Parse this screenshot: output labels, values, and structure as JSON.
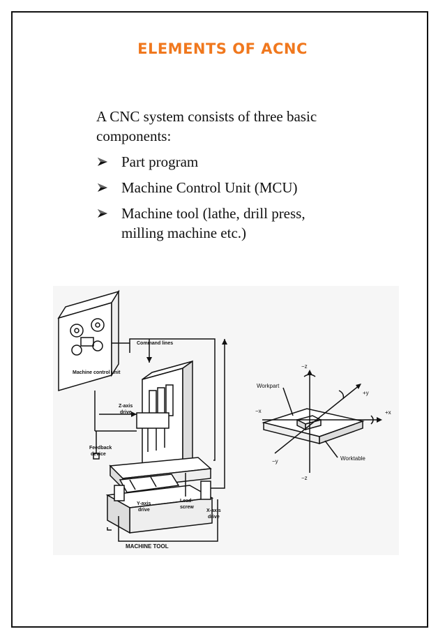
{
  "title": "ELEMENTS OF ACNC",
  "intro": "A CNC system consists of three basic components:",
  "bullets": [
    "Part program",
    "Machine Control Unit (MCU)",
    "Machine tool (lathe, drill press, milling machine etc.)"
  ],
  "colors": {
    "title": "#f0781e",
    "text": "#111111",
    "border": "#111111"
  },
  "figure": {
    "machine_control_unit": "Machine control unit",
    "command_lines": "Command lines",
    "z_axis_drive_line1": "Z-axis",
    "z_axis_drive_line2": "drive",
    "feedback_line1": "Feedback",
    "feedback_line2": "device",
    "y_axis_drive_line1": "Y-axis",
    "y_axis_drive_line2": "drive",
    "lead_screw_line1": "Lead-",
    "lead_screw_line2": "screw",
    "x_axis_drive_line1": "X-axis",
    "x_axis_drive_line2": "drive",
    "machine_tool": "MACHINE TOOL",
    "workpart": "Workpart",
    "worktable": "Worktable",
    "axis_neg_z_top": "−z",
    "axis_pos_y": "+y",
    "axis_neg_x": "−x",
    "axis_pos_x": "+x",
    "axis_neg_y": "−y",
    "axis_neg_z_bottom": "−z"
  }
}
